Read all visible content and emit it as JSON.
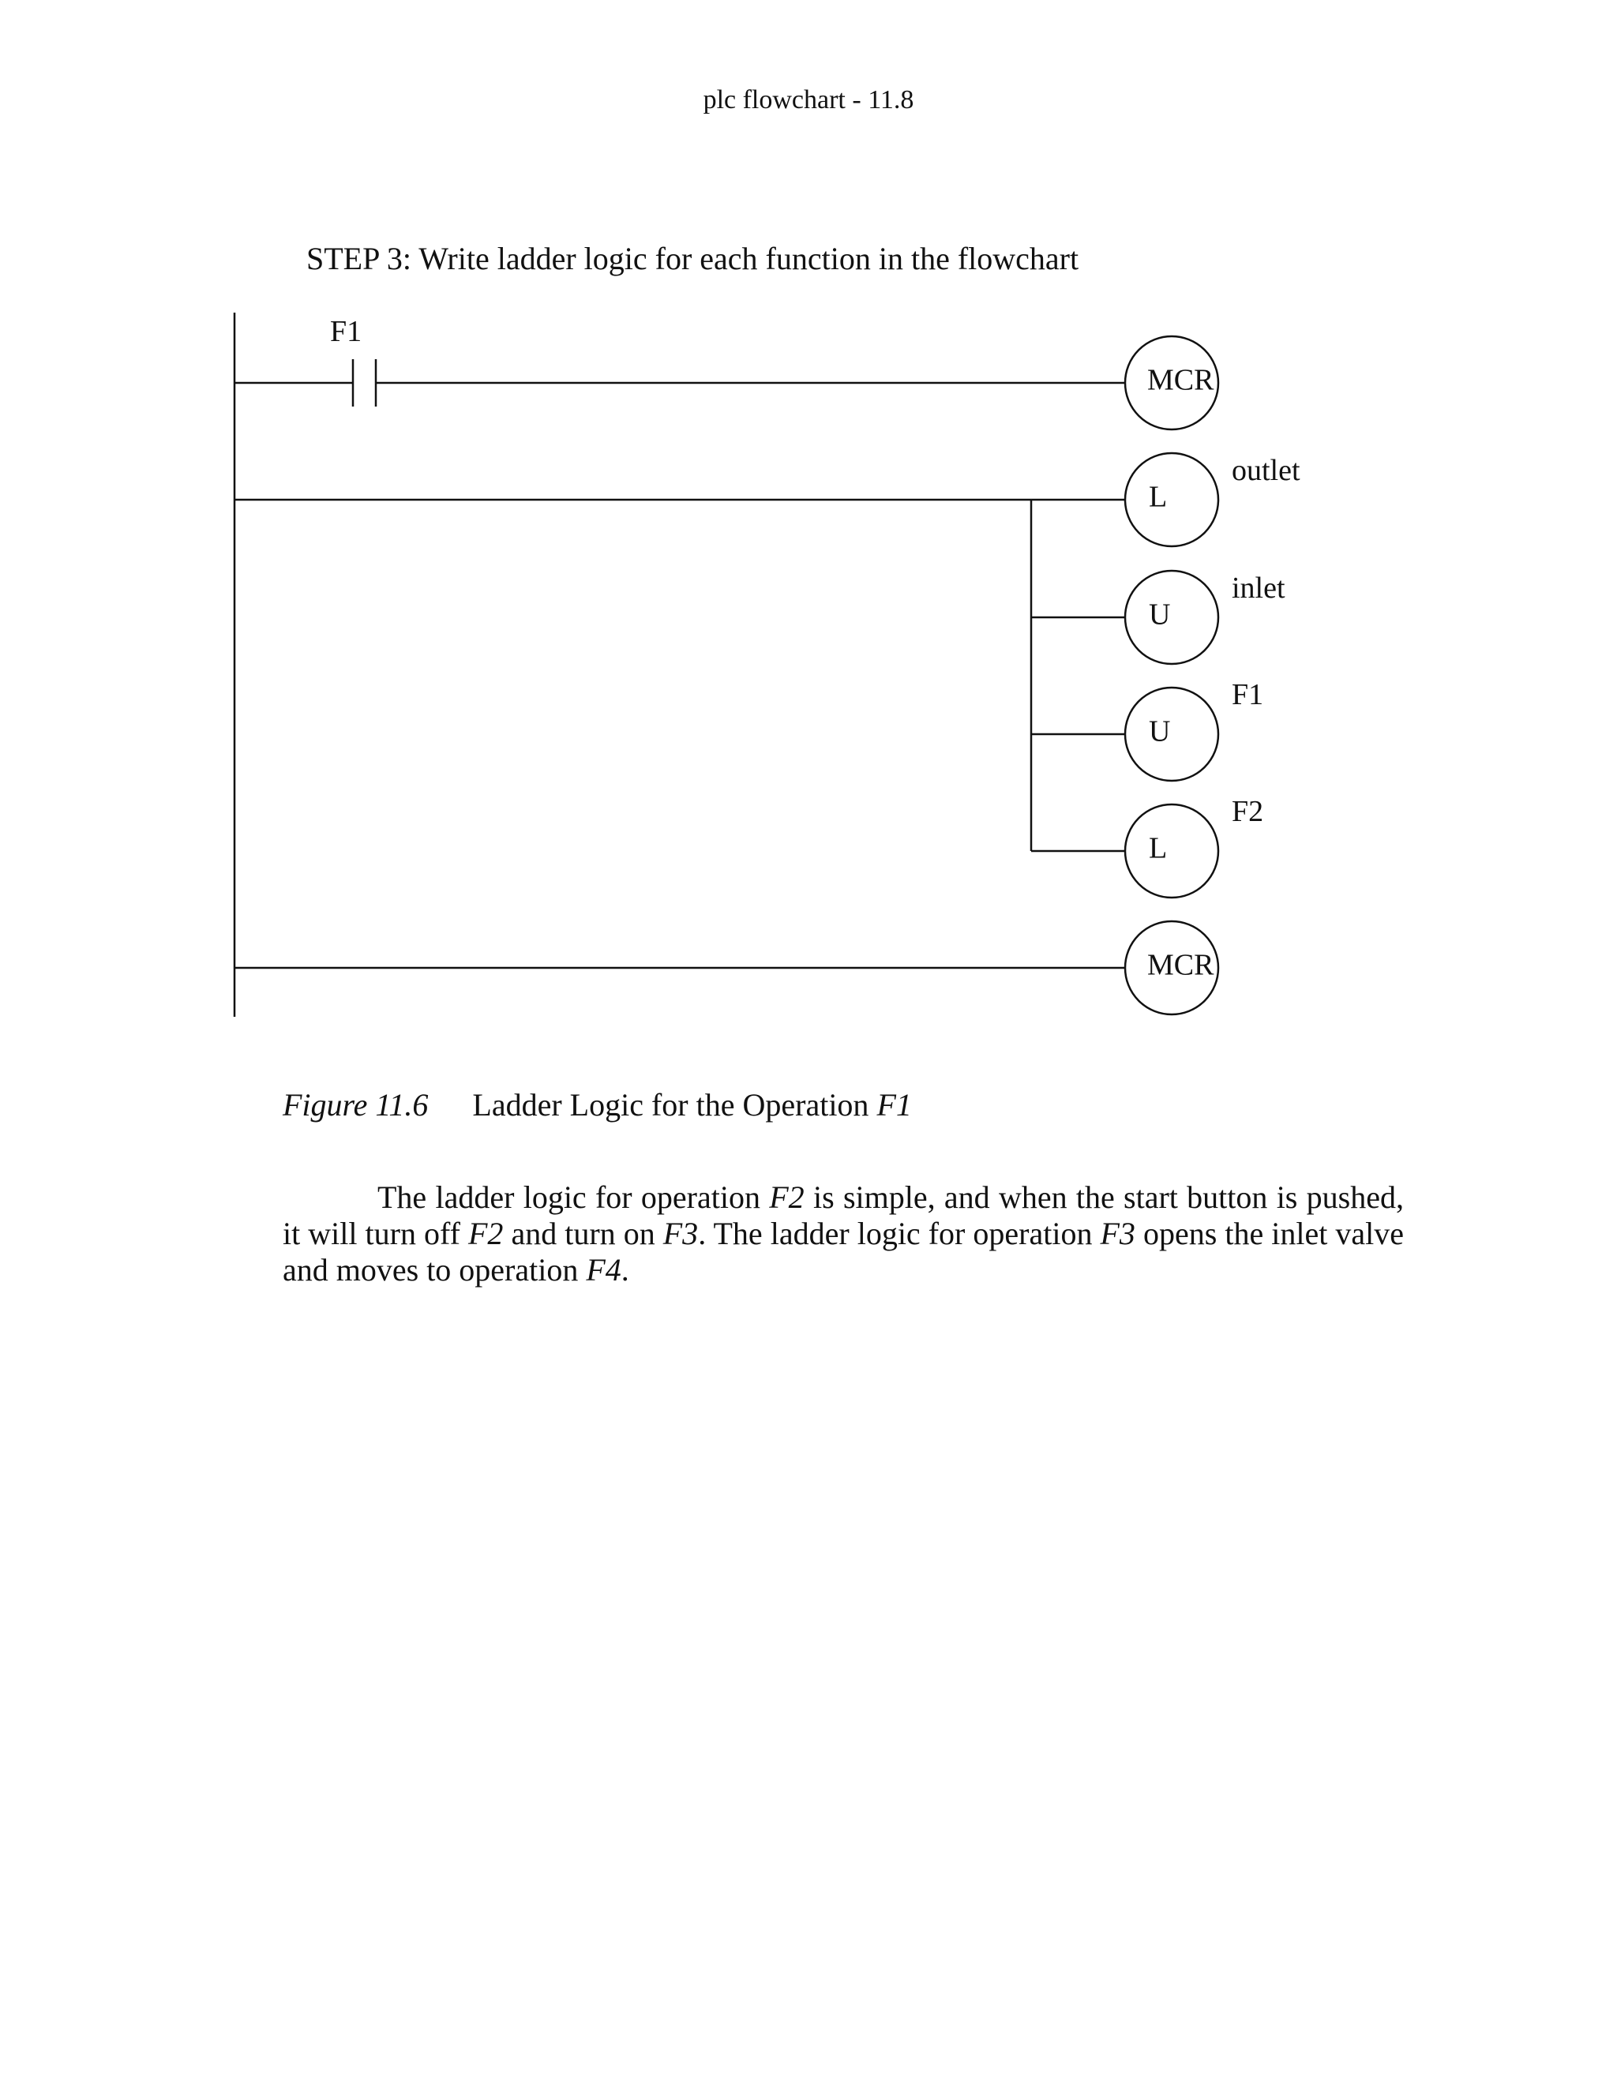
{
  "header": {
    "title": "plc flowchart - 11.8"
  },
  "step": {
    "text": "STEP 3: Write ladder logic for each function in the flowchart"
  },
  "diagram": {
    "contact_label": "F1",
    "coils": [
      {
        "symbol": "MCR",
        "label": ""
      },
      {
        "symbol": "L",
        "label": "outlet"
      },
      {
        "symbol": "U",
        "label": "inlet"
      },
      {
        "symbol": "U",
        "label": "F1"
      },
      {
        "symbol": "L",
        "label": "F2"
      },
      {
        "symbol": "MCR",
        "label": ""
      }
    ]
  },
  "caption": {
    "figure": "Figure 11.6",
    "title_text": "Ladder Logic for the Operation ",
    "title_italic": "F1"
  },
  "paragraph": {
    "segments": [
      {
        "text": "The ladder logic for operation ",
        "italic": false
      },
      {
        "text": "F2",
        "italic": true
      },
      {
        "text": " is simple, and when the start button is pushed, it will turn off ",
        "italic": false
      },
      {
        "text": "F2",
        "italic": true
      },
      {
        "text": " and turn on ",
        "italic": false
      },
      {
        "text": "F3",
        "italic": true
      },
      {
        "text": ". The ladder logic for operation ",
        "italic": false
      },
      {
        "text": "F3",
        "italic": true
      },
      {
        "text": " opens the inlet valve and moves to operation ",
        "italic": false
      },
      {
        "text": "F4",
        "italic": true
      },
      {
        "text": ".",
        "italic": false
      }
    ]
  }
}
